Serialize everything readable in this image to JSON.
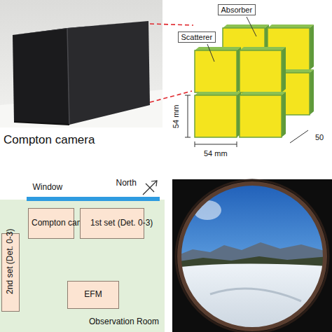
{
  "diagram": {
    "nodes": [
      {
        "text": [
          "Observation Room"
        ]
      },
      {
        "text": [
          "Compton camera"
        ],
        "in": 0
      },
      {
        "text": [
          "1st set (Det. 0-3)"
        ],
        "in": 0
      },
      {
        "text": [
          "2nd set (Det. 0-3)"
        ],
        "in": 0
      },
      {
        "text": [
          "EFM"
        ],
        "in": 0
      }
    ],
    "labels": [
      "Compton camera",
      "Absorber",
      "Scatterer",
      "54 mm",
      "54 mm",
      "50",
      "Window",
      "North"
    ]
  }
}
